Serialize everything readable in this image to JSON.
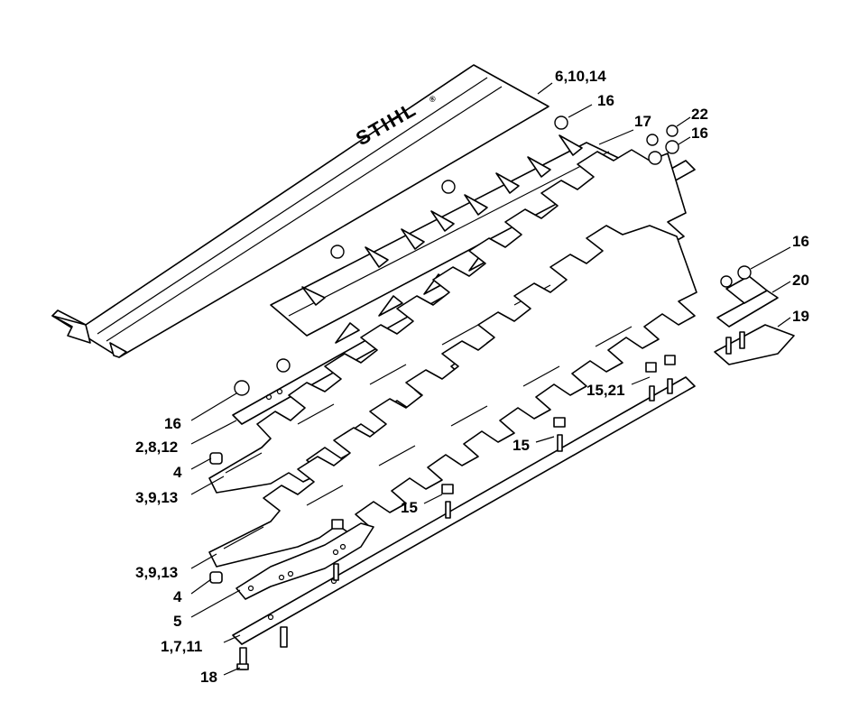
{
  "brand": {
    "logo_text": "STIHL",
    "mark": "®"
  },
  "callouts": [
    {
      "id": "c1",
      "text": "6,10,14"
    },
    {
      "id": "c2",
      "text": "16"
    },
    {
      "id": "c3",
      "text": "17"
    },
    {
      "id": "c4",
      "text": "22"
    },
    {
      "id": "c5",
      "text": "16"
    },
    {
      "id": "c6",
      "text": "16"
    },
    {
      "id": "c7",
      "text": "20"
    },
    {
      "id": "c8",
      "text": "19"
    },
    {
      "id": "c9",
      "text": "15,21"
    },
    {
      "id": "c10",
      "text": "15"
    },
    {
      "id": "c11",
      "text": "16"
    },
    {
      "id": "c12",
      "text": "2,8,12"
    },
    {
      "id": "c13",
      "text": "4"
    },
    {
      "id": "c14",
      "text": "3,9,13"
    },
    {
      "id": "c15",
      "text": "15"
    },
    {
      "id": "c16",
      "text": "3,9,13"
    },
    {
      "id": "c17",
      "text": "4"
    },
    {
      "id": "c18",
      "text": "5"
    },
    {
      "id": "c19",
      "text": "1,7,11"
    },
    {
      "id": "c20",
      "text": "18"
    }
  ]
}
